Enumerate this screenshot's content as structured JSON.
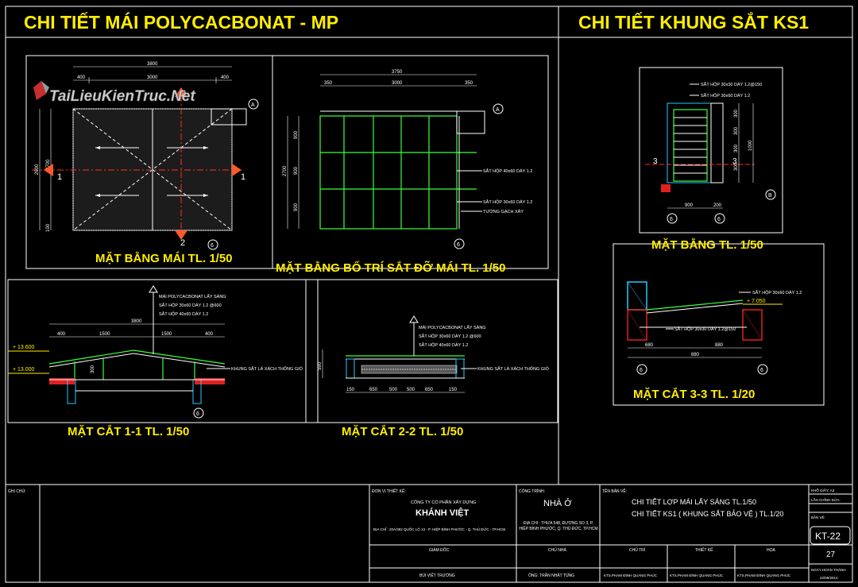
{
  "headers": {
    "left_title": "CHI TIẾT MÁI POLYCACBONAT - MP",
    "right_title": "CHI TIẾT KHUNG SẮT KS1"
  },
  "watermark": "TaiLieuKienTruc.Net",
  "views": {
    "roof_plan": "MẶT BẰNG MÁI TL. 1/50",
    "steel_layout_plan": "MẶT BẰNG BỐ TRÍ SẮT ĐỠ MÁI TL. 1/50",
    "section_1_1": "MẶT CẮT 1-1 TL. 1/50",
    "section_2_2": "MẶT CẮT 2-2 TL. 1/50",
    "ks1_plan": "MẶT BẰNG TL. 1/50",
    "section_3_3": "MẶT CẮT 3-3 TL. 1/20"
  },
  "dimensions": {
    "roof_plan_top": [
      "3800",
      "400",
      "3000",
      "400"
    ],
    "roof_plan_left": [
      "2900",
      "2700",
      "100"
    ],
    "steel_plan_top": [
      "3750",
      "350",
      "3000",
      "350"
    ],
    "steel_plan_left": [
      "900",
      "2700",
      "900",
      "900"
    ],
    "section11_top": [
      "3800",
      "400",
      "1500",
      "1500",
      "400"
    ],
    "section22_bottom": [
      "150",
      "650",
      "500",
      "500",
      "650",
      "150"
    ],
    "ks1_plan_right": [
      "1000",
      "300",
      "300",
      "300",
      "300"
    ],
    "ks1_plan_bottom": [
      "900",
      "200"
    ],
    "section33_bottom": [
      "680",
      "880",
      "880"
    ]
  },
  "annotations": {
    "steel_4060": "SẮT HỘP 40x60 DÀY 1.2",
    "steel_3060": "SẮT HỘP 30x60 DÀY 1.2",
    "brick_wall": "TƯỜNG GẠCH XÂY",
    "sec11_notes": [
      "MÁI POLYCACBONAT LẤY SÁNG",
      "SẮT HỘP 30x60 DÀY 1.2 @600",
      "SẮT HỘP 40x60 DÀY 1.2"
    ],
    "vent_frame": "KHUNG SẮT LÁ XÁCH THÔNG GIÓ",
    "sec22_notes": [
      "MÁI POLYCACBONAT LẤY SÁNG",
      "SẮT HỘP 30x60 DÀY 1.2 @600",
      "SẮT HỘP 40x60 DÀY 1.2"
    ],
    "ks1_notes": [
      "SẮT HỘP 30x30 DÀY 1.2@150",
      "SẮT HỘP 30x60 DÀY 1.2"
    ],
    "sec33_notes": [
      "SẮT HỘP 30x60 DÀY 1.2",
      "SẮT HỘP 30x30 DÀY 1.2@150"
    ],
    "level_13600": "+ 13.600",
    "level_13000": "+ 13.000",
    "level_7050": "+ 7.050",
    "mark_1": "1",
    "mark_2": "2",
    "mark_3": "3",
    "axis_a": "A",
    "axis_b": "B",
    "axis_6": "6",
    "dim_590": "590",
    "dim_300": "300"
  },
  "title_block": {
    "notes_label": "GHI CHÚ:",
    "design_unit_label": "ĐƠN VỊ THIẾT KẾ:",
    "company_line": "CÔNG TY CỔ PHẦN XÂY DỰNG",
    "company_name": "KHÁNH VIỆT",
    "company_address": "ĐỊA CHỈ : 20A/382 QUỐC LỘ 13 - P. HIỆP BÌNH PHƯỚC - Q. THỦ ĐỨC - TP.HCM",
    "director_label": "GIÁM ĐỐC",
    "director_name": "BÙI VIẾT TRƯỜNG",
    "project_label": "CÔNG TRÌNH:",
    "project_name": "NHÀ Ở",
    "project_address": "ĐỊA CHỈ : THỬA 548, ĐƯỜNG SỐ 3, P. HIỆP BÌNH PHƯỚC, Q. THỦ ĐỨC, TP.HCM",
    "owner_label": "CHỦ NHÀ",
    "owner_name": "ÔNG: TRẦN NHẬT TÙNG",
    "drawing_name_label": "TÊN BẢN VẼ:",
    "drawing_name_1": "CHI TIẾT LỢP MÁI LẤY SÁNG TL.1/50",
    "drawing_name_2": "CHI TIẾT KS1 ( KHUNG SẮT BẢO VỆ ) TL.1/20",
    "lead_label": "CHỦ TRÌ",
    "lead_name": "KTS.PHẠM ĐÌNH QUANG PHÚC",
    "design_label": "THIẾT KẾ",
    "design_name": "KTS.PHẠM ĐÌNH QUANG PHÚC",
    "draw_label": "HỌA",
    "draw_name": "KTS.PHẠM ĐÌNH QUANG PHÚC",
    "paper_size": "KHỔ GIẤY: A3",
    "revision_label": "LẦN CHỈNH SỬA:",
    "sheet_label": "BẢN VẼ:",
    "sheet_code": "KT-22",
    "sheet_number": "27",
    "completion_label": "NGÀY HOÀN THÀNH",
    "completion_date": "22/09/2014"
  }
}
